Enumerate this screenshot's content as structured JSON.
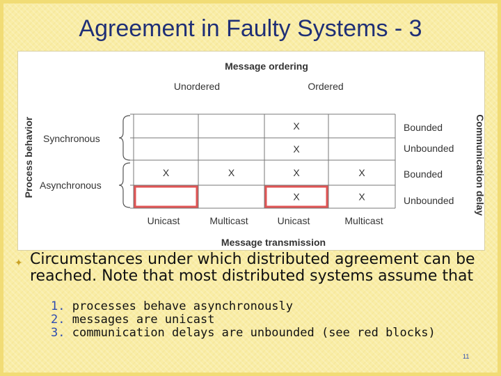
{
  "title": "Agreement in Faulty Systems - 3",
  "figure": {
    "top_label": "Message ordering",
    "bottom_label": "Message transmission",
    "left_label": "Process behavior",
    "right_label": "Communication delay",
    "ordering": [
      "Unordered",
      "Ordered"
    ],
    "transmission": [
      "Unicast",
      "Multicast",
      "Unicast",
      "Multicast"
    ],
    "behavior": [
      "Synchronous",
      "Asynchronous"
    ],
    "delay": [
      "Bounded",
      "Unbounded",
      "Bounded",
      "Unbounded"
    ],
    "mark": "X",
    "grid": [
      [
        false,
        false,
        true,
        false
      ],
      [
        false,
        false,
        true,
        false
      ],
      [
        true,
        true,
        true,
        true
      ],
      [
        false,
        false,
        true,
        true
      ]
    ],
    "highlight_color": "#e05555",
    "highlighted_cells": [
      [
        3,
        0
      ],
      [
        3,
        2
      ]
    ]
  },
  "bullet": "Circumstances under which distributed agreement can be reached.  Note that most distributed systems assume that",
  "list": [
    {
      "num": "1.",
      "text": "processes behave asynchronously"
    },
    {
      "num": "2.",
      "text": "messages are unicast"
    },
    {
      "num": "3.",
      "text": "communication delays are unbounded (see red blocks)"
    }
  ],
  "page_number": "11"
}
